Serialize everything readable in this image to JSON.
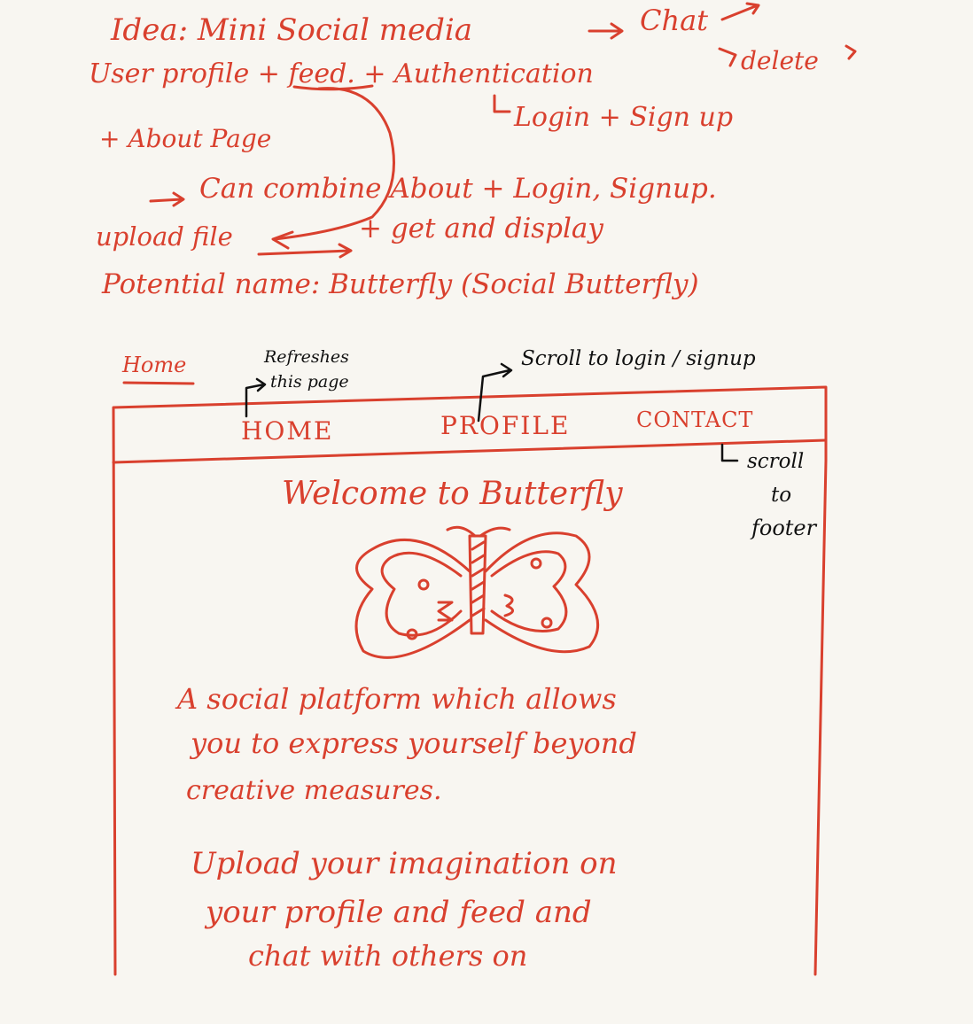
{
  "notes": {
    "idea": "Idea: Mini Social media",
    "chat": "Chat",
    "delete": "delete",
    "features": "User profile + feed. + Authentication",
    "login_signup": "Login + Sign up",
    "about_page": "+ About Page",
    "combine": "Can combine About + Login, Signup.",
    "upload": "upload file",
    "get_display": "+ get and display",
    "potential_name": "Potential name: Butterfly (Social Butterfly)"
  },
  "annotations": {
    "home_heading": "Home",
    "refreshes": "Refreshes",
    "this_page": "this page",
    "scroll_login": "Scroll to login / signup",
    "scroll_footer_1": "scroll",
    "scroll_footer_2": "to",
    "scroll_footer_3": "footer"
  },
  "wireframe": {
    "nav": [
      "HOME",
      "PROFILE",
      "CONTACT"
    ],
    "welcome": "Welcome to Butterfly",
    "para1": [
      "A social platform which allows",
      "you to express yourself beyond",
      "creative measures."
    ],
    "para2": [
      "Upload your imagination on",
      "your profile and feed and",
      "chat with others on"
    ]
  },
  "colors": {
    "ink_red": "#d9402e",
    "ink_black": "#111111",
    "paper": "#f8f6f1"
  }
}
